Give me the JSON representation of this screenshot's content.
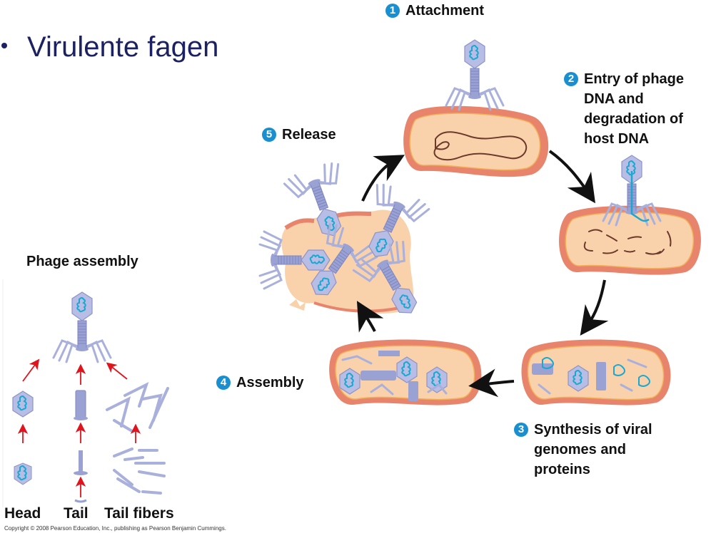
{
  "slide": {
    "title": "Virulente fagen"
  },
  "cycle": {
    "steps": [
      {
        "number": "1",
        "label": "Attachment"
      },
      {
        "number": "2",
        "label_lines": [
          "Entry of phage",
          "DNA and",
          "degradation of",
          "host DNA"
        ]
      },
      {
        "number": "3",
        "label_lines": [
          "Synthesis of viral",
          "genomes and",
          "proteins"
        ]
      },
      {
        "number": "4",
        "label": "Assembly"
      },
      {
        "number": "5",
        "label": "Release"
      }
    ]
  },
  "assembly_panel": {
    "title": "Phage assembly",
    "components": [
      "Head",
      "Tail",
      "Tail fibers"
    ]
  },
  "colors": {
    "title": "#1c2161",
    "step_badge": "#1a8fd0",
    "cell_wall": "#e8846b",
    "cytoplasm": "#f9d2ac",
    "phage": "#a9b0dc",
    "phage_dna": "#1aa8d0",
    "host_dna": "#6b3a2a",
    "assembly_arrow": "#e0141c"
  },
  "copyright": "Copyright © 2008 Pearson Education, Inc., publishing as Pearson Benjamin Cummings."
}
